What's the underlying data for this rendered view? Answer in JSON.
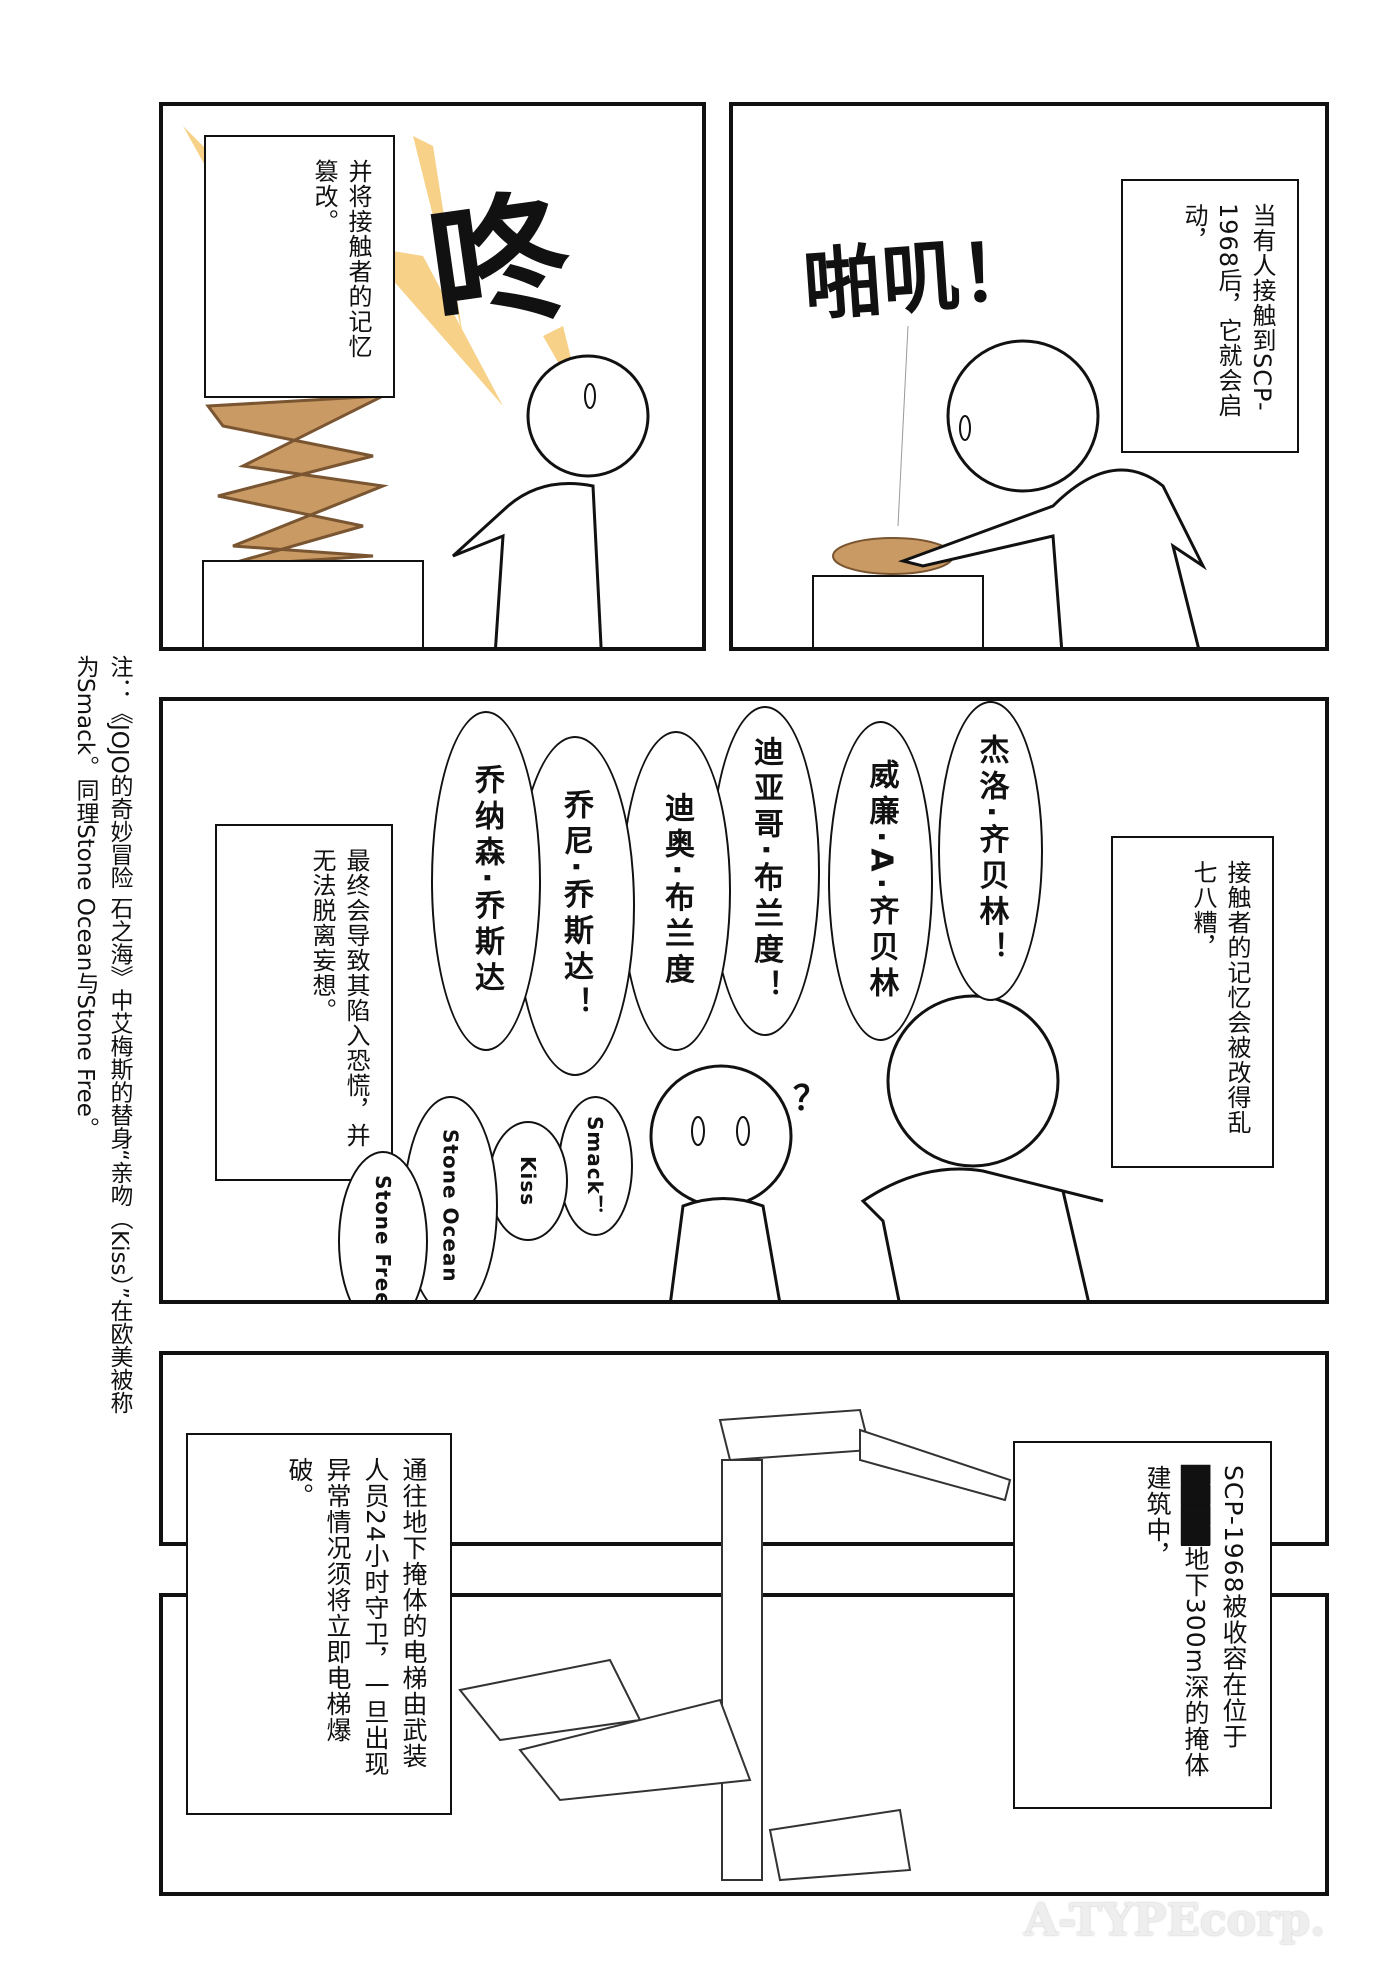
{
  "panels": [
    {
      "caption": "并将接触者的记忆篡改。",
      "sfx": "咚"
    },
    {
      "caption": "当有人接触到SCP-1968后，它就会启动，",
      "sfx": "啪叽！"
    },
    {
      "caption_left": "最终会导致其陷入恐慌，并无法脱离妄想。",
      "caption_right": "接触者的记忆会被改得乱七八糟，",
      "balloons": [
        "杰洛·齐贝林！",
        "威廉·A·齐贝林",
        "迪亚哥·布兰度！",
        "迪奥·布兰度",
        "乔尼·乔斯达！",
        "乔纳森·乔斯达"
      ],
      "small_balloons": [
        "Smack！",
        "Kiss",
        "Stone Ocean",
        "Stone Free"
      ],
      "question": "？"
    },
    {
      "caption_left": "通往地下掩体的电梯由武装人员24小时守卫，一旦出现异常情况须将立即电梯爆破。",
      "caption_right_pre": "SCP-1968被收容在位于",
      "caption_right_redacted": "████",
      "caption_right_post": "地下300m深的掩体建筑中，"
    }
  ],
  "note": "注：《JOJO的奇妙冒险 石之海》中艾梅斯的替身“亲吻（Kiss）”在欧美被称为Smack。同理Stone Ocean与Stone Free。",
  "watermark": "A-TYPEcorp.",
  "colors": {
    "artifact": "#c99a63",
    "burst": "#f6c66b",
    "ink": "#111111"
  }
}
